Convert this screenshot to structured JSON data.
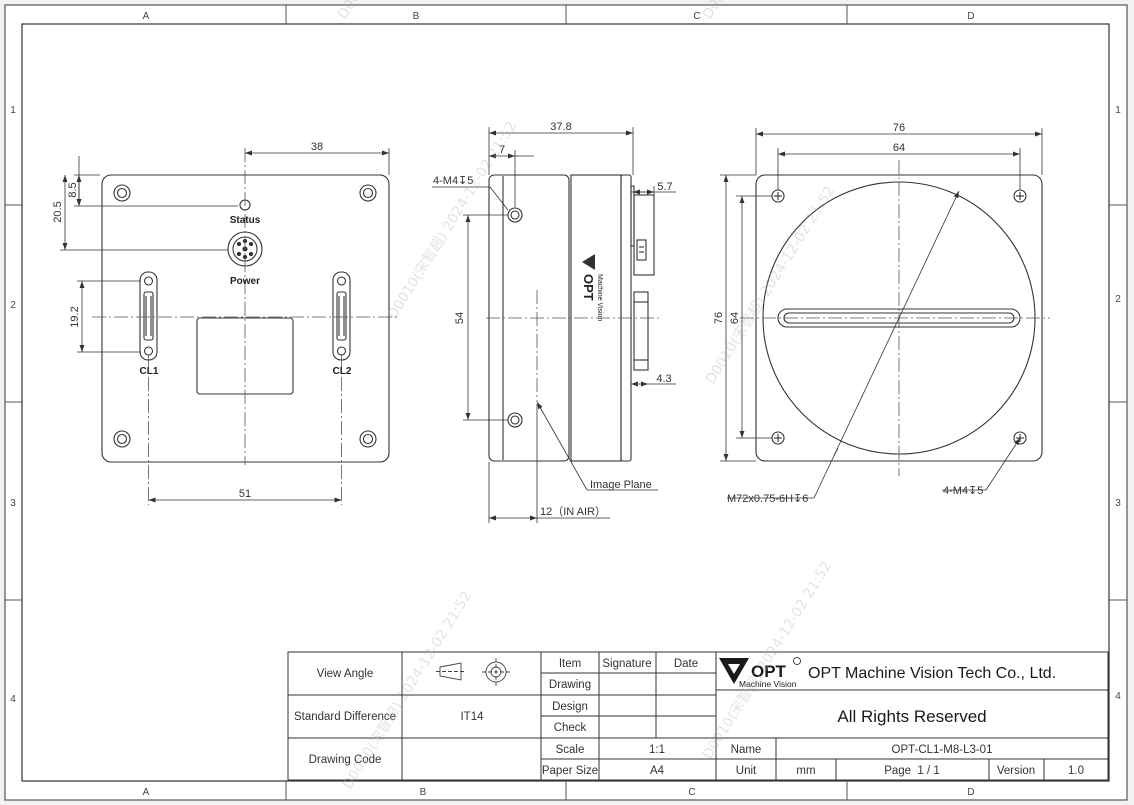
{
  "zones": {
    "columns_top": [
      "A",
      "B",
      "C",
      "D"
    ],
    "columns_bottom": [
      "A",
      "B",
      "C",
      "D"
    ],
    "rows_left": [
      "1",
      "2",
      "3",
      "4"
    ],
    "rows_right": [
      "1",
      "2",
      "3",
      "4"
    ]
  },
  "back_view": {
    "status_label": "Status",
    "power_label": "Power",
    "cl1_label": "CL1",
    "cl2_label": "CL2",
    "dims": {
      "d38": "38",
      "d8_5": "8.5",
      "d20_5": "20.5",
      "d19_2": "19.2",
      "d51": "51"
    }
  },
  "side_view": {
    "logo_text": "OPT",
    "logo_sub": "Machine Vision",
    "hole_callout": "4-M4↧5",
    "image_plane": "Image Plane",
    "dims": {
      "d37_8": "37.8",
      "d7": "7",
      "d5_7": "5.7",
      "d54": "54",
      "d4_3": "4.3",
      "d12": "12（IN AIR）"
    }
  },
  "front_view": {
    "mount_callout": "M72x0.75-6H↧6",
    "hole_callout": "4-M4↧5",
    "dims": {
      "d76_w": "76",
      "d64_w": "64",
      "d76_h": "76",
      "d64_h": "64"
    }
  },
  "title_block": {
    "view_angle_label": "View Angle",
    "standard_difference_label": "Standard Difference",
    "standard_difference_value": "IT14",
    "drawing_code_label": "Drawing Code",
    "item_label": "Item",
    "signature_label": "Signature",
    "date_label": "Date",
    "drawing_label": "Drawing",
    "design_label": "Design",
    "check_label": "Check",
    "scale_label": "Scale",
    "scale_value": "1:1",
    "paper_size_label": "Paper Size",
    "paper_size_value": "A4",
    "company_logo": "OPT",
    "company_logo_sub": "Machine Vision",
    "company_name": "OPT Machine Vision Tech Co., Ltd.",
    "rights": "All Rights Reserved",
    "name_label": "Name",
    "name_value": "OPT-CL1-M8-L3-01",
    "unit_label": "Unit",
    "unit_value": "mm",
    "page_label": "Page  1 / 1",
    "version_label": "Version",
    "version_value": "1.0"
  },
  "watermarks": [
    "D0010(宋智超) 2024-12-02 21:52",
    "D0010(宋智超) 2024-12-02 21:52",
    "D0010(宋智超) 2024-12-02 21:52",
    "D0010(宋智超) 2024-12-02 21:52",
    "D0010(宋智超) 2024-12-02 21:52",
    "D0010(宋智超) 2024-12-02 21:52"
  ],
  "colors": {
    "line": "#333333",
    "center_line": "#555555",
    "frame_bg": "#d9d9d9",
    "brand": "#222222"
  }
}
